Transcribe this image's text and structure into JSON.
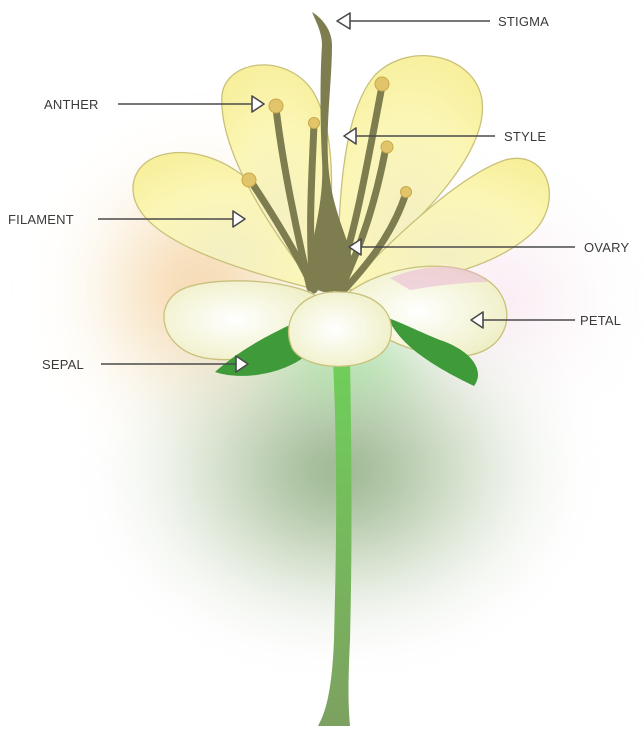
{
  "labels": {
    "stigma": "STIGMA",
    "anther": "ANTHER",
    "style": "STYLE",
    "filament": "FILAMENT",
    "ovary": "OVARY",
    "petal": "PETAL",
    "sepal": "SEPAL"
  },
  "colors": {
    "petal_fill": "#fbf6b8",
    "petal_edge": "#c9c07a",
    "pistil": "#7d7d50",
    "stem": "#7fc06a",
    "sepal": "#3f9a3a",
    "anther": "#e2c46a",
    "label_text": "#3a3a3a"
  }
}
